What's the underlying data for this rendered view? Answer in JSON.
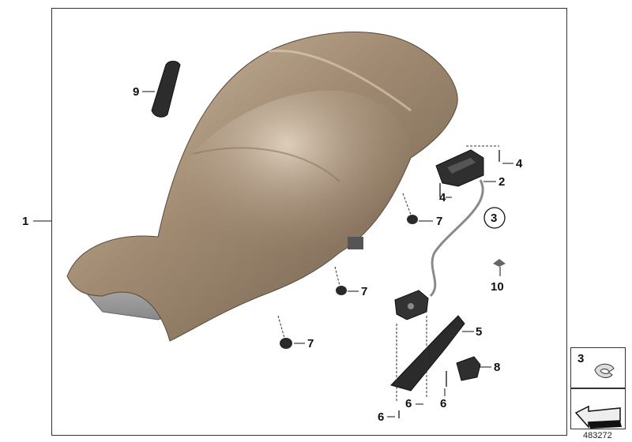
{
  "diagram": {
    "parts": [
      {
        "id": "label-1",
        "text": "1"
      },
      {
        "id": "label-2",
        "text": "2"
      },
      {
        "id": "label-3",
        "text": "3"
      },
      {
        "id": "label-4a",
        "text": "4"
      },
      {
        "id": "label-4b",
        "text": "4"
      },
      {
        "id": "label-5",
        "text": "5"
      },
      {
        "id": "label-6a",
        "text": "6"
      },
      {
        "id": "label-6b",
        "text": "6"
      },
      {
        "id": "label-6c",
        "text": "6"
      },
      {
        "id": "label-7a",
        "text": "7"
      },
      {
        "id": "label-7b",
        "text": "7"
      },
      {
        "id": "label-7c",
        "text": "7"
      },
      {
        "id": "label-8",
        "text": "8"
      },
      {
        "id": "label-9",
        "text": "9"
      },
      {
        "id": "label-10",
        "text": "10"
      }
    ],
    "legend_inset_label": "3",
    "document_id": "483272",
    "colors": {
      "seat": "#a08a72",
      "seat_light": "#c9b49c",
      "seat_dark": "#6e5c4a",
      "plastic": "#3a3a3a",
      "frame": "#333333"
    }
  }
}
